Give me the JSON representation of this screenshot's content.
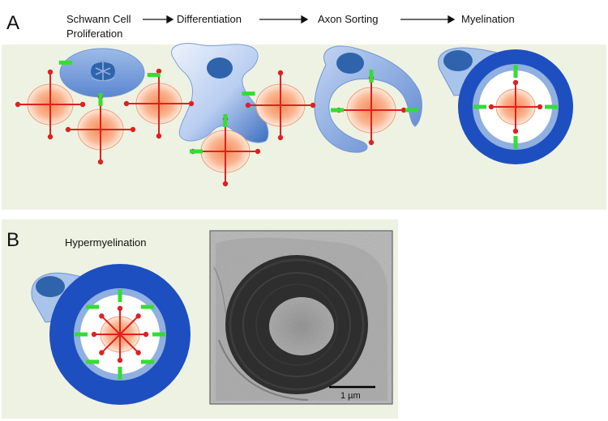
{
  "panel_a": {
    "letter": "A",
    "steps": {
      "proliferation_line1": "Schwann Cell",
      "proliferation_line2": "Proliferation",
      "differentiation": "Differentiation",
      "axon_sorting": "Axon Sorting",
      "myelination": "Myelination"
    }
  },
  "panel_b": {
    "letter": "B",
    "title": "Hypermyelination",
    "micrograph": {
      "scale_label": "1 µm"
    }
  },
  "colors": {
    "panel_bg": "#eef2e2",
    "schwann_light": "#a9c4ea",
    "schwann_dark": "#3d6ec0",
    "nucleus": "#2f64ad",
    "myelin": "#1e4fc0",
    "myelin_inner": "#8fb0e0",
    "axon_core": "#f79a6a",
    "spoke": "#e02020",
    "receptor": "#33dd33"
  },
  "icons": {
    "arrow": "right-arrow-icon"
  }
}
